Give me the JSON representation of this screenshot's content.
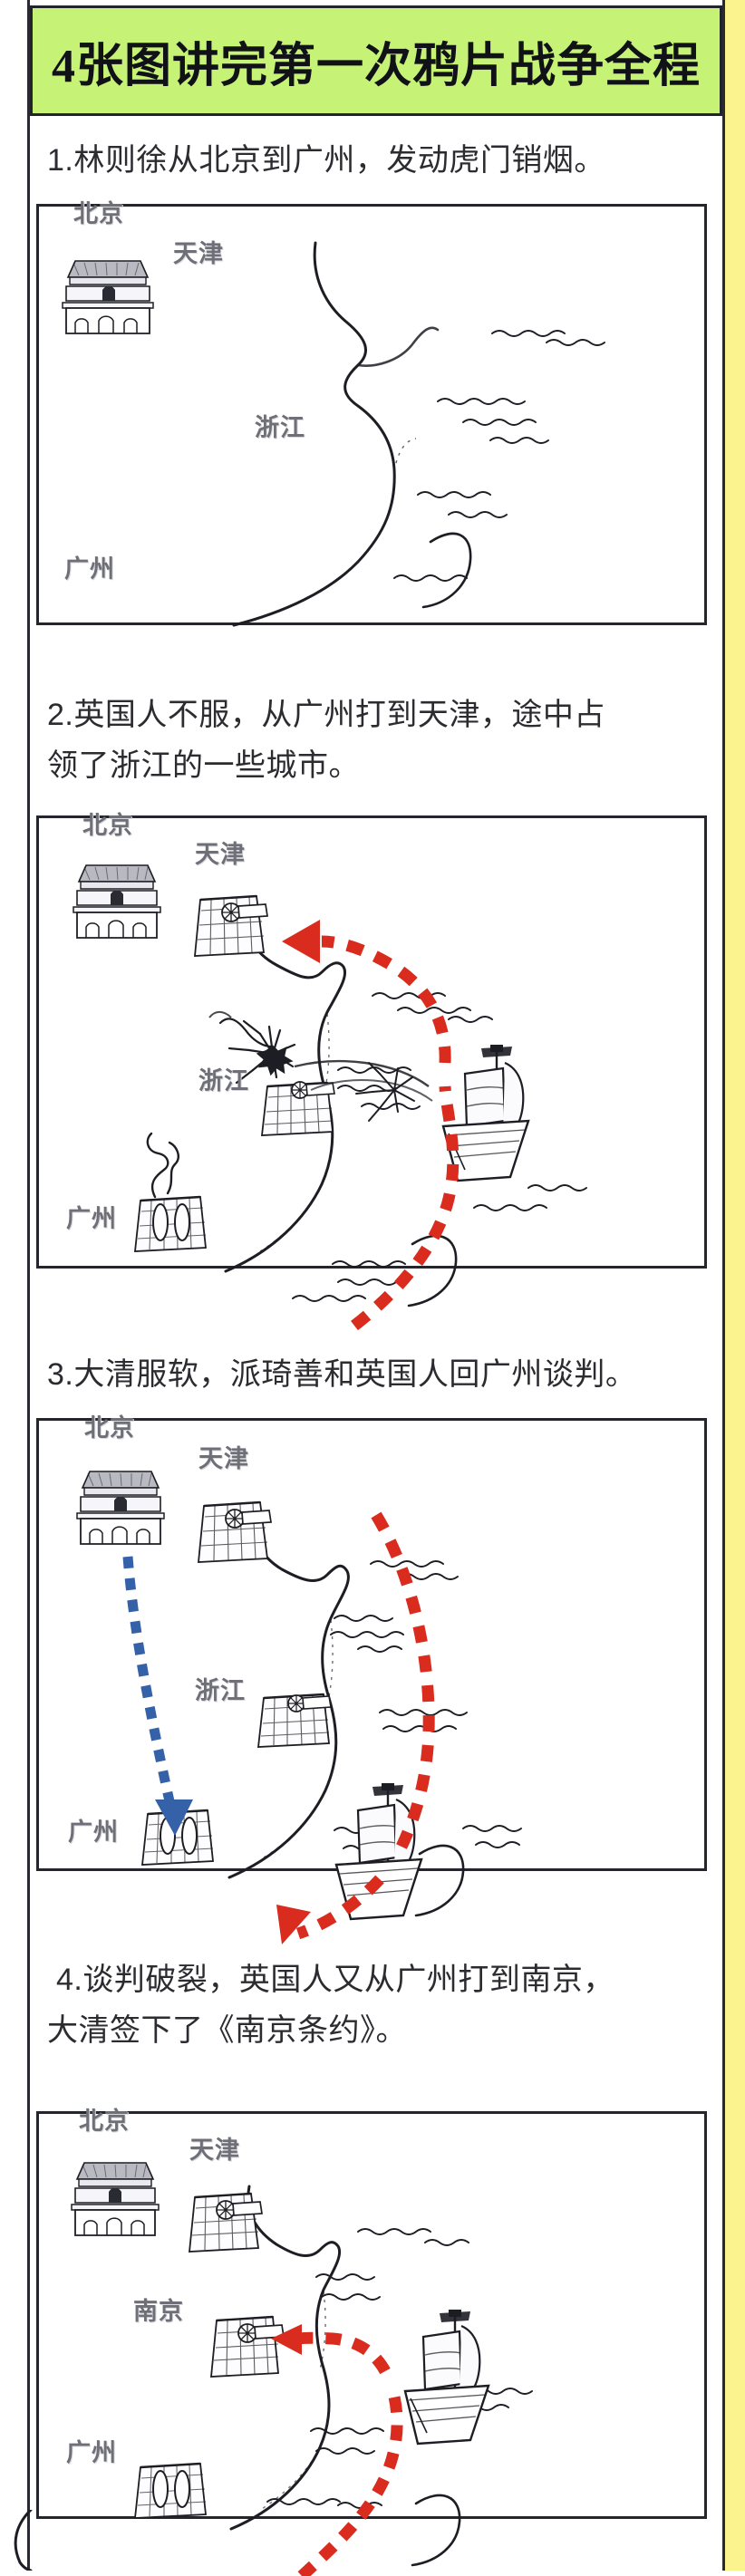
{
  "page": {
    "background_color": "#ffffff",
    "left_rule_color": "#2a2a33",
    "right_strip_color": "#fbf38e"
  },
  "header": {
    "title": "4张图讲完第一次鸦片战争全程",
    "background_color": "#c6f276",
    "border_color": "#23232c",
    "text_color": "#111118"
  },
  "colors": {
    "blue_arrow": "#3461a8",
    "red_arrow": "#d92b1e",
    "ink": "#1d1d24",
    "label_gray": "#6f6f78",
    "panel_border": "#25252e"
  },
  "steps": [
    {
      "number": "1",
      "caption_lines": [
        "1.林则徐从北京到广州，发动虎门销烟。"
      ],
      "map": {
        "city_labels": [
          "北京",
          "天津",
          "浙江",
          "广州"
        ],
        "arrows": [
          {
            "name": "blue-route-beijing-to-guangzhou",
            "color": "#3461a8",
            "style": "dashed",
            "from": "北京",
            "to": "广州"
          }
        ],
        "icons": [
          "tiananmen-icon",
          "city-wall-tianjin-icon",
          "city-wall-zhejiang-icon",
          "city-wall-guangzhou-icon",
          "coastline",
          "sea-waves"
        ]
      }
    },
    {
      "number": "2",
      "caption_lines": [
        "2.英国人不服，从广州打到天津，途中占",
        "领了浙江的一些城市。"
      ],
      "map": {
        "city_labels": [
          "北京",
          "天津",
          "浙江",
          "广州"
        ],
        "arrows": [
          {
            "name": "red-route-guangzhou-to-tianjin",
            "color": "#d92b1e",
            "style": "dashed",
            "from": "广州",
            "to": "天津"
          }
        ],
        "icons": [
          "tiananmen-icon",
          "city-wall-tianjin-icon",
          "city-wall-zhejiang-icon",
          "city-wall-guangzhou-icon",
          "sailing-ship-icon",
          "explosion-icon",
          "smoke-icon",
          "coastline",
          "sea-waves"
        ]
      }
    },
    {
      "number": "3",
      "caption_lines": [
        "3.大清服软，派琦善和英国人回广州谈判。"
      ],
      "map": {
        "city_labels": [
          "北京",
          "天津",
          "浙江",
          "广州"
        ],
        "arrows": [
          {
            "name": "blue-route-beijing-to-guangzhou",
            "color": "#3461a8",
            "style": "dashed",
            "from": "北京",
            "to": "广州"
          },
          {
            "name": "red-route-tianjin-to-guangzhou",
            "color": "#d92b1e",
            "style": "dashed",
            "from": "天津",
            "to": "广州"
          }
        ],
        "icons": [
          "tiananmen-icon",
          "city-wall-tianjin-icon",
          "city-wall-zhejiang-icon",
          "city-wall-guangzhou-icon",
          "sailing-ship-icon",
          "coastline",
          "sea-waves"
        ]
      }
    },
    {
      "number": "4",
      "caption_lines": [
        "4.谈判破裂，英国人又从广州打到南京，",
        "大清签下了《南京条约》。"
      ],
      "map": {
        "city_labels": [
          "北京",
          "天津",
          "南京",
          "广州"
        ],
        "arrows": [
          {
            "name": "red-route-guangzhou-to-nanjing",
            "color": "#d92b1e",
            "style": "dashed",
            "from": "广州",
            "to": "南京"
          }
        ],
        "icons": [
          "tiananmen-icon",
          "city-wall-tianjin-icon",
          "city-wall-nanjing-icon",
          "city-wall-guangzhou-icon",
          "sailing-ship-icon",
          "coastline",
          "sea-waves"
        ]
      }
    }
  ]
}
